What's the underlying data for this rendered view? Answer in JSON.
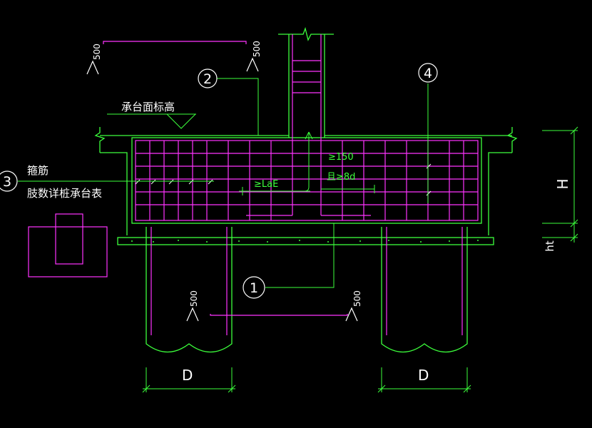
{
  "colors": {
    "background": "#000000",
    "concrete": "#3cff3c",
    "rebar": "#ff33ff",
    "leader": "#3cff3c",
    "text": "#ffffff"
  },
  "labels": {
    "cap_top_elevation": "承台面标高",
    "stirrup": "箍筋",
    "see_pile_cap_table": "肢数详桩承台表",
    "anchorage": "≥LaE",
    "min_150": "≥150",
    "min_8d": "且≥8d",
    "dim_H": "H",
    "dim_ht": "ht",
    "dim_D_left": "D",
    "dim_D_right": "D"
  },
  "callouts": {
    "c1": "1",
    "c2": "2",
    "c3": "3",
    "c4": "4"
  },
  "section_marks": {
    "top_left": "500",
    "top_right": "500",
    "bottom_left": "500",
    "bottom_right": "500"
  }
}
